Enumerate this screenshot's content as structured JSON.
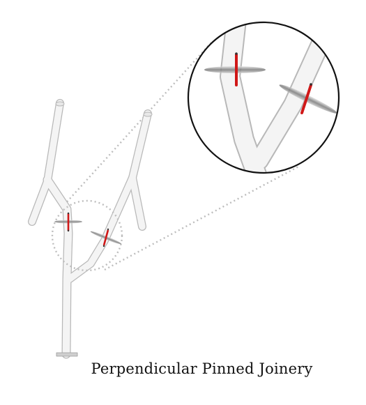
{
  "caption": "Perpendicular Pinned Joinery",
  "colors": {
    "branch_fill": "#f3f3f3",
    "branch_outline": "#bdbdbd",
    "pin": "#d01818",
    "guide_line": "#bdbdbd",
    "detail_circle": "#111111"
  },
  "components": [
    "branching-stick",
    "pinned-joint",
    "pinned-joint",
    "detail-zoom-callout"
  ]
}
